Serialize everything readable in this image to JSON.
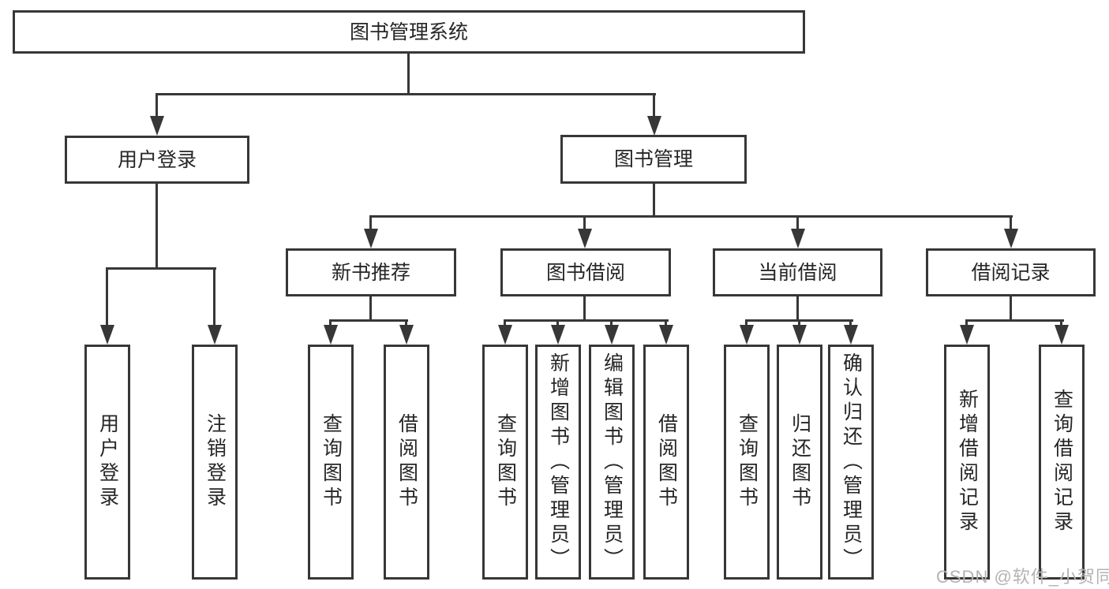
{
  "tree": {
    "root": {
      "label": "图书管理系统"
    },
    "branches": [
      {
        "label": "用户登录",
        "children": [
          {
            "label": "用户登录"
          },
          {
            "label": "注销登录"
          }
        ]
      },
      {
        "label": "图书管理",
        "children": [
          {
            "label": "新书推荐",
            "children": [
              {
                "label": "查询图书"
              },
              {
                "label": "借阅图书"
              }
            ]
          },
          {
            "label": "图书借阅",
            "children": [
              {
                "label": "查询图书"
              },
              {
                "label": "新增图书（管理员）"
              },
              {
                "label": "编辑图书（管理员）"
              },
              {
                "label": "借阅图书"
              }
            ]
          },
          {
            "label": "当前借阅",
            "children": [
              {
                "label": "查询图书"
              },
              {
                "label": "归还图书"
              },
              {
                "label": "确认归还（管理员）"
              }
            ]
          },
          {
            "label": "借阅记录",
            "children": [
              {
                "label": "新增借阅记录"
              },
              {
                "label": "查询借阅记录"
              }
            ]
          }
        ]
      }
    ]
  },
  "watermark": "CSDN @软件_小贺同学",
  "colors": {
    "line": "#373737",
    "text": "#262626",
    "watermark": "#b3b3b3",
    "background": "#ffffff"
  }
}
